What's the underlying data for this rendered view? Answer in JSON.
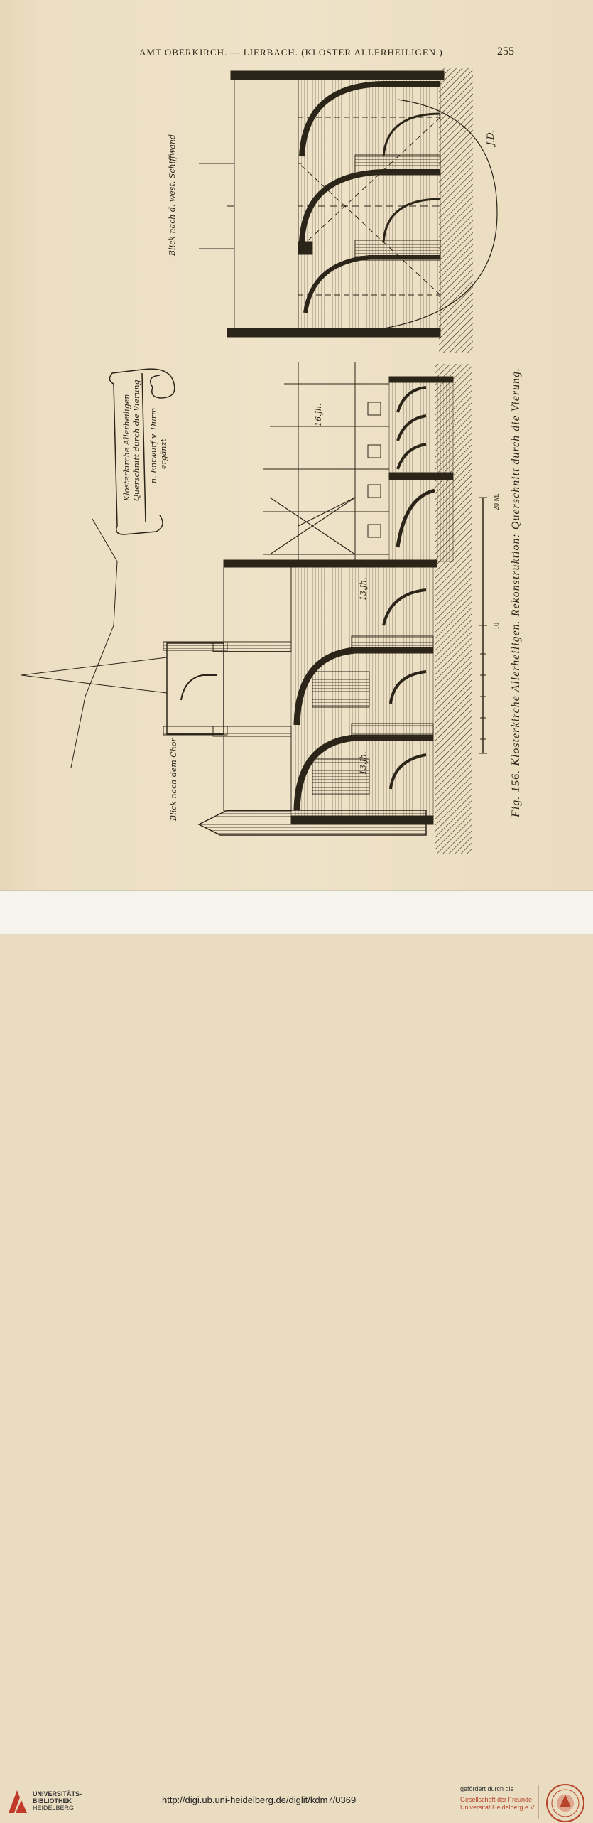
{
  "page": {
    "running_head": "AMT OBERKIRCH. — LIERBACH. (KLOSTER ALLERHEILIGEN.)",
    "page_number": "255"
  },
  "figure": {
    "caption": "Fig. 156. Klosterkirche Allerheiligen. Rekonstruktion: Querschnitt durch die Vierung.",
    "scale_marks": [
      "10",
      "20 M."
    ],
    "annotations": {
      "view_west": "Blick nach d. west. Schiffwand",
      "view_choir": "Blick nach dem Chor",
      "cartouche_title": "Klosterkirche Allerheiligen",
      "cartouche_sub": "Querschnitt durch die Vierung",
      "cartouche_author": "n. Entwurf v. Durm",
      "cartouche_year": "ergänzt",
      "initials": "J.D.",
      "century_16": "16.Jh.",
      "century_13a": "13.Jh.",
      "century_13b": "13.Jh."
    }
  },
  "footer": {
    "library_name": [
      "UNIVERSITÄTS-",
      "BIBLIOTHEK",
      "HEIDELBERG"
    ],
    "url": "http://digi.ub.uni-heidelberg.de/diglit/kdm7/0369",
    "sponsor_label": "gefördert durch die",
    "sponsor_name": [
      "Gesellschaft der Freunde",
      "Universität Heidelberg e.V."
    ]
  },
  "colors": {
    "paper": "#ece0c4",
    "ink": "#2b2418",
    "footer_bg": "#f7f4ee",
    "sponsor_red": "#b8442a",
    "logo_red": "#c0392b"
  }
}
